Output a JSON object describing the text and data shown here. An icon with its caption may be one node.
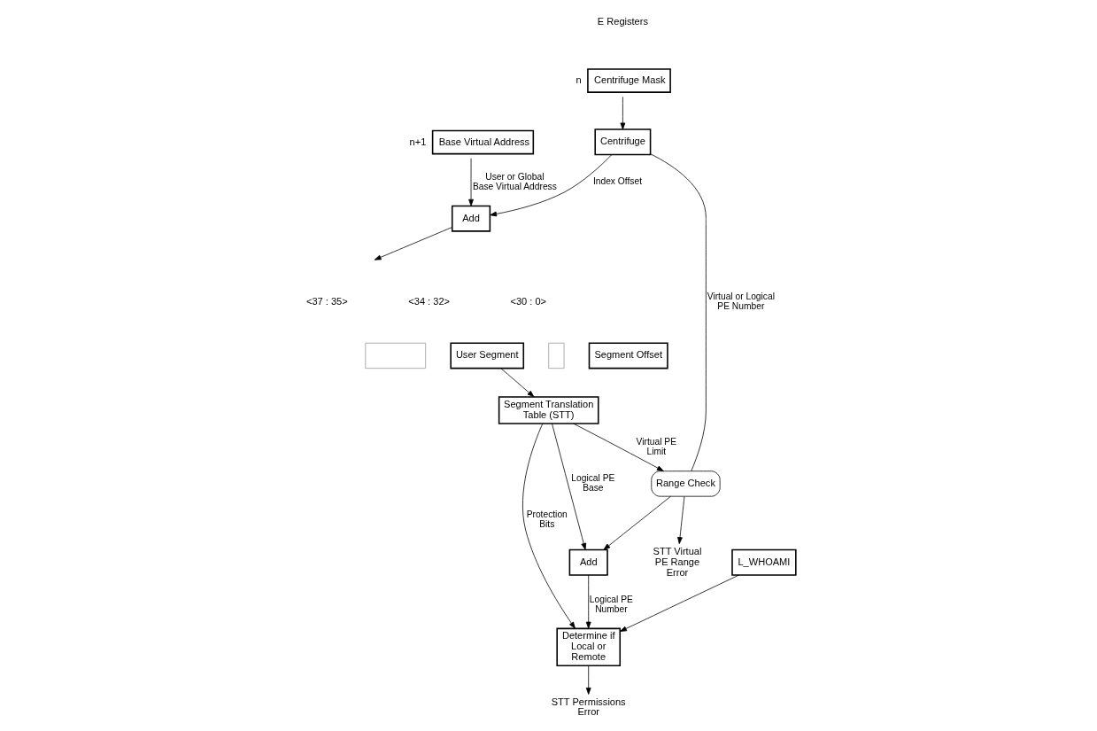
{
  "diagram": {
    "nodes": [
      {
        "text": [
          "Centrifuge Mask"
        ],
        "beside": [
          "n"
        ]
      },
      {
        "text": [
          "Base Virtual Address"
        ],
        "beside": [
          "n+1"
        ]
      },
      {
        "text": [
          "Centrifuge"
        ]
      },
      {
        "text": [
          "Add"
        ]
      },
      {
        "text": [],
        "shape": "box"
      },
      {
        "text": [
          "User Segment"
        ]
      },
      {
        "text": [],
        "shape": "box"
      },
      {
        "text": [
          "Segment Offset"
        ]
      },
      {
        "text": [
          "Segment Translation Table (STT)"
        ]
      },
      {
        "text": [
          "Range Check"
        ]
      },
      {
        "text": [
          "STT Virtual PE Range Error"
        ]
      },
      {
        "text": [
          "Add"
        ]
      },
      {
        "text": [
          "L_WHOAMI"
        ]
      },
      {
        "text": [
          "Determine if Local or Remote"
        ]
      },
      {
        "text": [
          "STT Permissions Error"
        ]
      }
    ],
    "edges": [
      {
        "from": 0,
        "to": 2,
        "arrow": "to"
      },
      {
        "from": 1,
        "to": 3,
        "arrow": "to",
        "label": "User or Global Base Virtual Address"
      },
      {
        "from": 2,
        "to": 3,
        "arrow": "to",
        "label": "Index Offset"
      },
      {
        "from": 2,
        "to": 9,
        "arrow": "none",
        "label": "Virtual or Logical PE Number"
      },
      {
        "from": 3,
        "to": null,
        "arrow": "to"
      },
      {
        "from": 5,
        "to": 8,
        "arrow": "to"
      },
      {
        "from": 8,
        "to": 9,
        "arrow": "to",
        "label": "Virtual PE Limit"
      },
      {
        "from": 8,
        "to": 11,
        "arrow": "to",
        "label": "Logical PE Base"
      },
      {
        "from": 8,
        "to": 13,
        "arrow": "to",
        "label": "Protection Bits"
      },
      {
        "from": 9,
        "to": 10,
        "arrow": "to"
      },
      {
        "from": 9,
        "to": 11,
        "arrow": "to"
      },
      {
        "from": 11,
        "to": 13,
        "arrow": "to",
        "label": "Logical PE Number"
      },
      {
        "from": 12,
        "to": 13,
        "arrow": "to"
      },
      {
        "from": 13,
        "to": 14,
        "arrow": "to"
      }
    ],
    "labels": [
      "E Registers",
      "<37 : 35>",
      "<34 : 32>",
      "<30 : 0>"
    ]
  }
}
